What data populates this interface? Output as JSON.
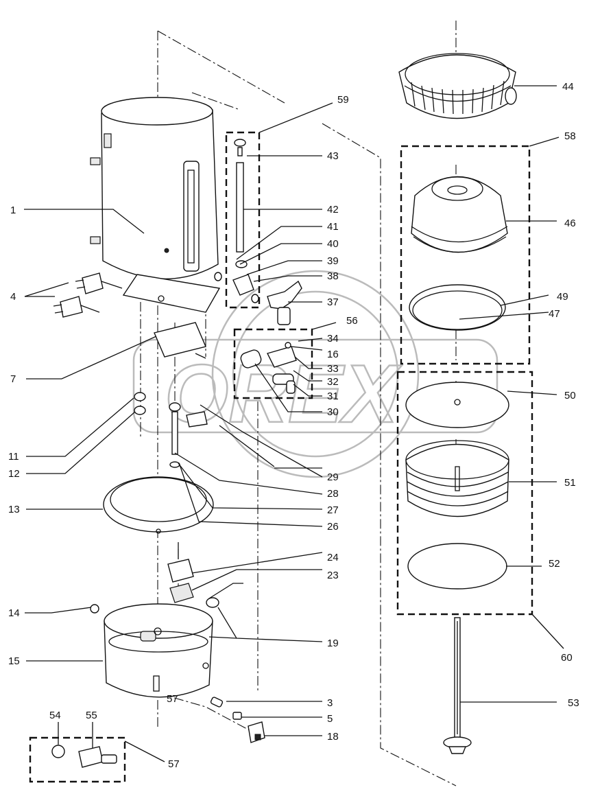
{
  "watermark": "OREX",
  "labels": {
    "l1": "1",
    "l3": "3",
    "l4": "4",
    "l5": "5",
    "l7": "7",
    "l11": "11",
    "l12": "12",
    "l13": "13",
    "l14": "14",
    "l15": "15",
    "l16": "16",
    "l18": "18",
    "l19": "19",
    "l23": "23",
    "l24": "24",
    "l26": "26",
    "l27": "27",
    "l28": "28",
    "l29": "29",
    "l30": "30",
    "l31": "31",
    "l32": "32",
    "l33": "33",
    "l34": "34",
    "l37": "37",
    "l38": "38",
    "l39": "39",
    "l40": "40",
    "l41": "41",
    "l42": "42",
    "l43": "43",
    "l44": "44",
    "l46": "46",
    "l47": "47",
    "l49": "49",
    "l50": "50",
    "l51": "51",
    "l52": "52",
    "l53": "53",
    "l54": "54",
    "l55": "55",
    "l56": "56",
    "l57a": "57",
    "l57b": "57",
    "l58": "58",
    "l59": "59",
    "l60": "60"
  }
}
